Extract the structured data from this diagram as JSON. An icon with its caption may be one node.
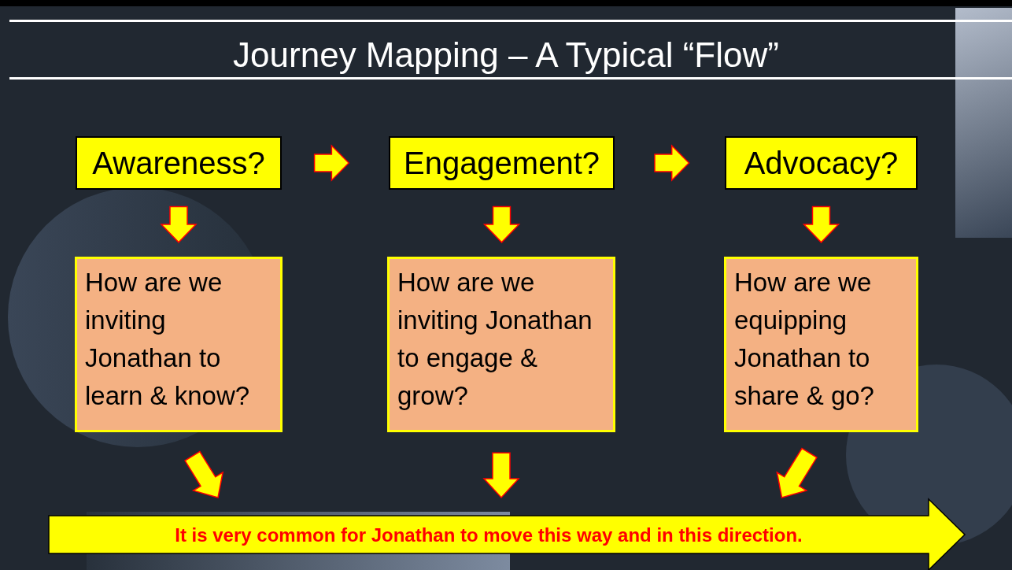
{
  "diagram": {
    "title": "Journey Mapping – A Typical “Flow”",
    "nodes": [
      {
        "text": [
          "Awareness?"
        ]
      },
      {
        "text": [
          "Engagement?"
        ]
      },
      {
        "text": [
          "Advocacy?"
        ]
      },
      {
        "text": [
          "How are we inviting Jonathan to learn & know?"
        ]
      },
      {
        "text": [
          "How are we inviting Jonathan to engage & grow?"
        ]
      },
      {
        "text": [
          "How are we equipping Jonathan to share & go?"
        ]
      },
      {
        "text": [
          "It is very common for Jonathan to move this way and in this direction."
        ]
      }
    ],
    "edges": [
      {
        "from": 0,
        "to": 1,
        "arrow": "to"
      },
      {
        "from": 1,
        "to": 2,
        "arrow": "to"
      },
      {
        "from": 0,
        "to": 3,
        "arrow": "to"
      },
      {
        "from": 1,
        "to": 4,
        "arrow": "to"
      },
      {
        "from": 2,
        "to": 5,
        "arrow": "to"
      },
      {
        "from": 3,
        "to": 6,
        "arrow": "to"
      },
      {
        "from": 4,
        "to": 6,
        "arrow": "to"
      },
      {
        "from": 5,
        "to": 6,
        "arrow": "to"
      }
    ]
  }
}
